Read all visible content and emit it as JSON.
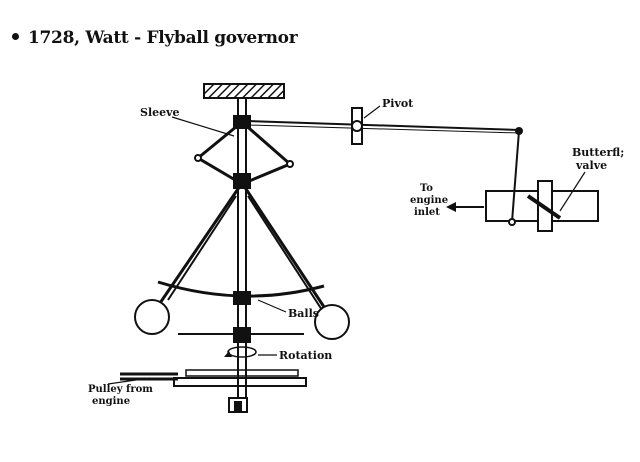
{
  "heading": "1728, Watt - Flyball governor",
  "labels": {
    "sleeve": "Sleeve",
    "pivot": "Pivot",
    "butterfly_valve_line1": "Butterfl;",
    "butterfly_valve_line2": "valve",
    "engine_inlet_line1": "To",
    "engine_inlet_line2": "engine",
    "engine_inlet_line3": "inlet",
    "balls": "Balls",
    "rotation": "Rotation",
    "pulley_line1": "Pulley from",
    "pulley_line2": "engine"
  }
}
